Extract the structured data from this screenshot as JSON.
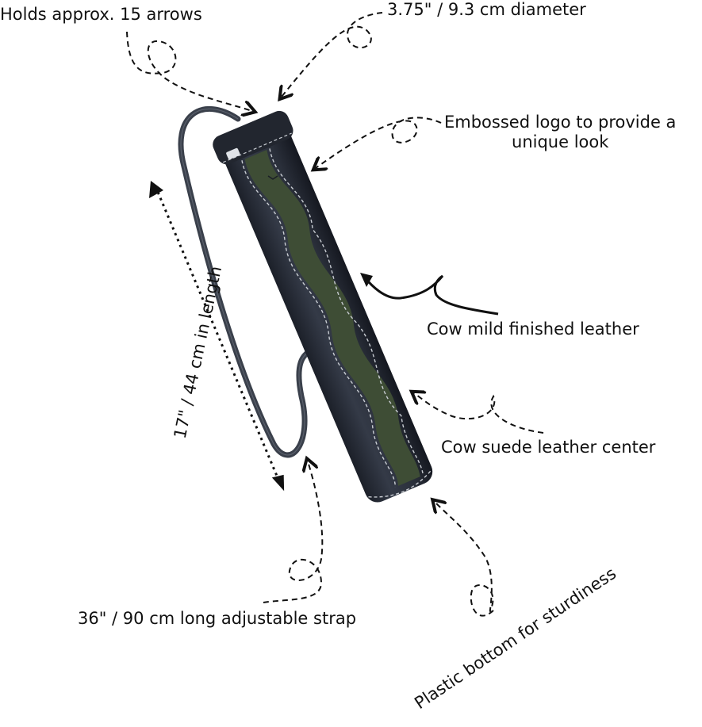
{
  "callouts": {
    "capacity": "Holds approx. 15 arrows",
    "diameter": "3.75\" / 9.3 cm diameter",
    "logo_line1": "Embossed logo to provide a",
    "logo_line2": "unique look",
    "leather": "Cow mild finished leather",
    "suede": "Cow suede leather center",
    "length": "17\" / 44 cm in length",
    "strap": "36\" / 90 cm long adjustable strap",
    "bottom": "Plastic bottom for sturdiness"
  },
  "colors": {
    "leather": "#2a2f3a",
    "suede": "#3e4d35",
    "stitching": "#c8ccd2",
    "strap": "#3a404b",
    "ink": "#111111"
  }
}
